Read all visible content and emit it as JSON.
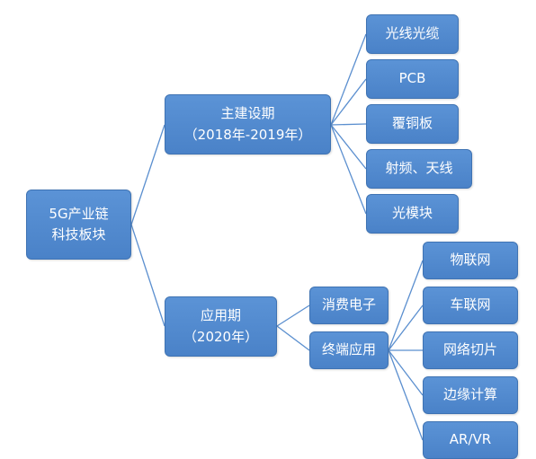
{
  "diagram": {
    "root": {
      "line1": "5G产业链",
      "line2": "科技板块"
    },
    "construction": {
      "line1": "主建设期",
      "line2": "（2018年-2019年）"
    },
    "application": {
      "line1": "应用期",
      "line2": "（2020年）"
    },
    "construction_items": [
      "光线光缆",
      "PCB",
      "覆铜板",
      "射频、天线",
      "光模块"
    ],
    "application_items": [
      "消费电子",
      "终端应用"
    ],
    "terminal_items": [
      "物联网",
      "车联网",
      "网络切片",
      "边缘计算",
      "AR/VR"
    ],
    "colors": {
      "node_fill": "#5b93d6",
      "node_border": "#3f73b3",
      "connector": "#5b8fcf",
      "text": "#ffffff"
    }
  }
}
